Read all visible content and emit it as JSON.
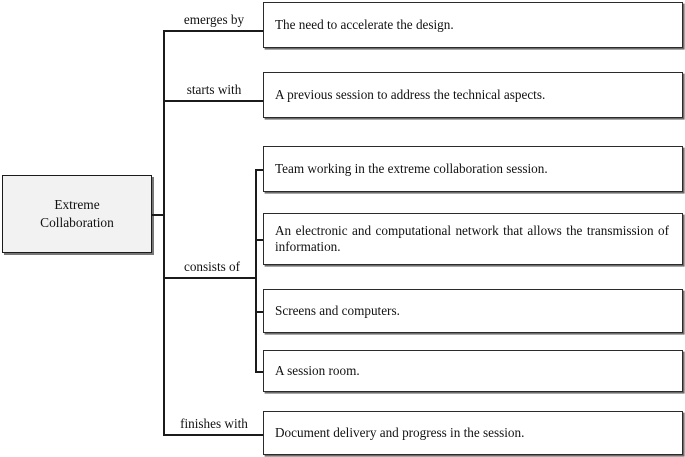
{
  "diagram": {
    "type": "concept-map",
    "root": {
      "label": "Extreme\nCollaboration",
      "line1": "Extreme",
      "line2": "Collaboration",
      "fill": "#f2f2f2",
      "border": "#1b1b1b"
    },
    "branches": [
      {
        "relation": "emerges by",
        "nodes": [
          {
            "text": "The need to accelerate the design."
          }
        ]
      },
      {
        "relation": "starts with",
        "nodes": [
          {
            "text": "A previous session to address the technical aspects."
          }
        ]
      },
      {
        "relation": "consists of",
        "nodes": [
          {
            "text": "Team working in the extreme collaboration session."
          },
          {
            "text": "An electronic and computational network that allows the transmission of information."
          },
          {
            "text": "Screens and computers."
          },
          {
            "text": "A session room."
          }
        ]
      },
      {
        "relation": "finishes with",
        "nodes": [
          {
            "text": "Document delivery and progress in the session."
          }
        ]
      }
    ]
  }
}
